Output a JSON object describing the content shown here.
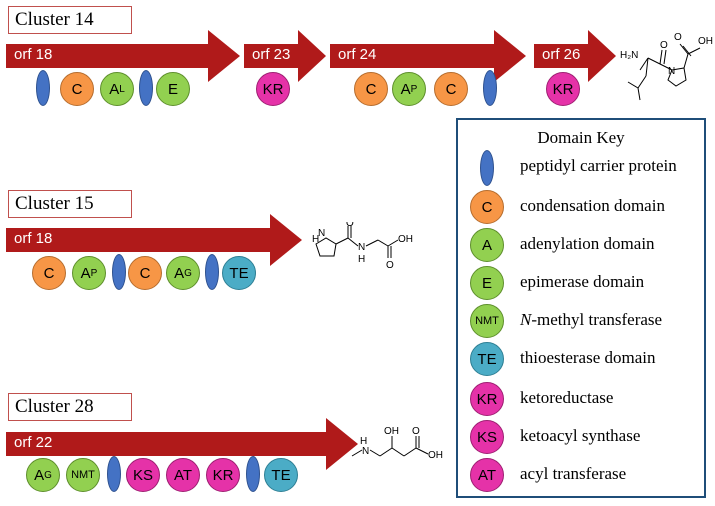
{
  "clusters": {
    "c14": {
      "title": "Cluster 14",
      "orfs": [
        "orf 18",
        "orf 23",
        "orf 24",
        "orf 26"
      ],
      "domains": {
        "C": "C",
        "A": "A",
        "A_sub": "L",
        "E": "E",
        "KR1": "KR",
        "C2": "C",
        "A2": "A",
        "A2_sub": "P",
        "C3": "C",
        "KR2": "KR"
      },
      "molecule": {
        "nh2": "H₂N",
        "n": "N",
        "o": "O",
        "oh": "OH"
      }
    },
    "c15": {
      "title": "Cluster 15",
      "orf": "orf 18",
      "domains": {
        "C1": "C",
        "A1": "A",
        "A1_sub": "P",
        "C2": "C",
        "A2": "A",
        "A2_sub": "G",
        "TE": "TE"
      },
      "molecule": {
        "nh": "H",
        "n": "N",
        "nh2": "H",
        "o": "O",
        "oh": "OH"
      }
    },
    "c28": {
      "title": "Cluster 28",
      "orf": "orf 22",
      "domains": {
        "A": "A",
        "A_sub": "G",
        "NMT": "NMT",
        "KS": "KS",
        "AT": "AT",
        "KR": "KR",
        "TE": "TE"
      },
      "molecule": {
        "nh": "H",
        "n": "N",
        "oh": "OH",
        "o": "O",
        "cooh": "OH"
      }
    }
  },
  "key": {
    "title": "Domain Key",
    "items": [
      {
        "symbol": "",
        "text": "peptidyl carrier protein"
      },
      {
        "symbol": "C",
        "text": "condensation domain"
      },
      {
        "symbol": "A",
        "text": "adenylation domain"
      },
      {
        "symbol": "E",
        "text": "epimerase domain"
      },
      {
        "symbol": "NMT",
        "text_prefix": "N",
        "text": "-methyl transferase"
      },
      {
        "symbol": "TE",
        "text": "thioesterase domain"
      },
      {
        "symbol": "KR",
        "text": "ketoreductase"
      },
      {
        "symbol": "KS",
        "text": "ketoacyl synthase"
      },
      {
        "symbol": "AT",
        "text": "acyl transferase"
      }
    ]
  },
  "colors": {
    "arrow": "#b01a1a",
    "pcp": "#4472c4",
    "condensation": "#f79646",
    "adenylation": "#92d050",
    "thioesterase": "#4bacc6",
    "magenta": "#e532a8",
    "key_border": "#1f4e79",
    "cluster_border": "#c0504d"
  }
}
